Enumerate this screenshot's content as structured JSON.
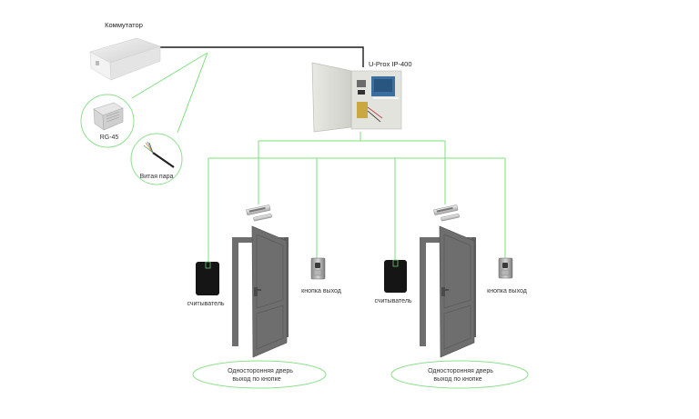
{
  "colors": {
    "wire_green": "#7ee07e",
    "wire_black": "#1a1a1a",
    "door": "#6e6e6e",
    "door_dark": "#5a5a5a",
    "reader": "#151515",
    "ellipse_stroke": "#8ee08e"
  },
  "network": {
    "switch_label": "Коммутатор",
    "controller_label": "U-Prox IP-400",
    "connector_label": "RG-45",
    "cable_label": "Витая пара"
  },
  "doors": [
    {
      "reader_label": "считыватель",
      "exit_button_label": "кнопка выход",
      "caption_line1": "Односторонняя дверь",
      "caption_line2": "выход по кнопке"
    },
    {
      "reader_label": "считыватель",
      "exit_button_label": "кнопка выход",
      "caption_line1": "Односторонняя дверь",
      "caption_line2": "выход по кнопке"
    }
  ]
}
